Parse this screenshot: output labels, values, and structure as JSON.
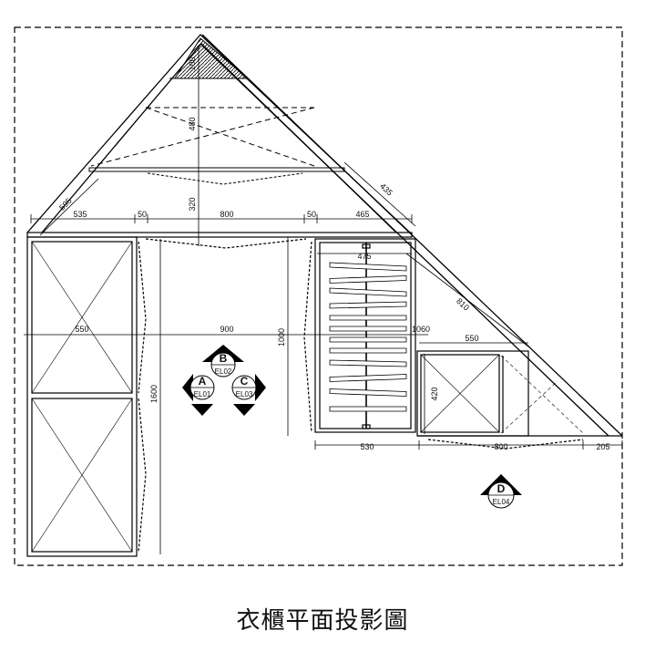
{
  "caption": "衣櫃平面投影圖",
  "dimensions": {
    "top_width": "535",
    "top_gap_left": "50",
    "top_middle": "800",
    "top_gap_right": "50",
    "top_right": "465",
    "diag_left": "595",
    "diag_upper_right": "435",
    "apex_small": "100",
    "apex_depth": "480",
    "apex_lower": "320",
    "left_depth": "550",
    "center_width": "900",
    "right_width": "1060",
    "closet_height": "1000",
    "left_height": "1600",
    "rail_width": "475",
    "diag_lower_right": "810",
    "right_box_width": "550",
    "right_box_depth": "420",
    "bottom_left": "530",
    "bottom_middle": "800",
    "bottom_right": "205"
  },
  "callouts": [
    {
      "letter": "A",
      "ref": "EL01"
    },
    {
      "letter": "B",
      "ref": "EL02"
    },
    {
      "letter": "C",
      "ref": "EL03"
    },
    {
      "letter": "D",
      "ref": "EL04"
    }
  ]
}
